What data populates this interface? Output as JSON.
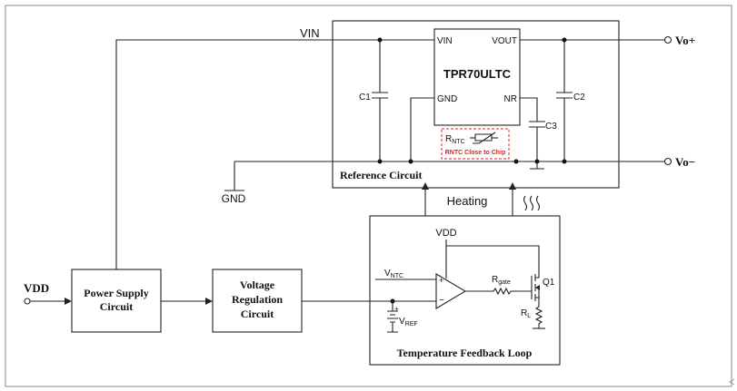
{
  "labels": {
    "vin": "VIN",
    "vdd_input": "VDD",
    "gnd": "GND",
    "heating": "Heating",
    "vdd_loop": "VDD",
    "c1": "C1",
    "c2": "C2",
    "c3": "C3",
    "q1": "Q1",
    "rntc_base": "R",
    "rntc_sub": "NTC",
    "rntc_note": "RNTC Close to Chip",
    "rgate_base": "R",
    "rgate_sub": "gate",
    "rl_base": "R",
    "rl_sub": "L",
    "vntc_base": "V",
    "vntc_sub": "NTC",
    "vref_base": "V",
    "vref_sub": "REF",
    "vo_plus": "Vo+",
    "vo_minus": "Vo−",
    "plus": "+",
    "minus": "−"
  },
  "chip": {
    "name": "TPR70ULTC",
    "pin_vin": "VIN",
    "pin_vout": "VOUT",
    "pin_gnd": "GND",
    "pin_nr": "NR",
    "name_color": "#2b2bcf"
  },
  "blocks": {
    "power_supply": [
      "Power Supply",
      "Circuit"
    ],
    "voltage_regulation": [
      "Voltage",
      "Regulation",
      "Circuit"
    ],
    "reference_circuit": "Reference Circuit",
    "feedback_loop": "Temperature Feedback Loop"
  },
  "colors": {
    "note_red": "#e02020",
    "chip_blue": "#2b2bcf"
  }
}
